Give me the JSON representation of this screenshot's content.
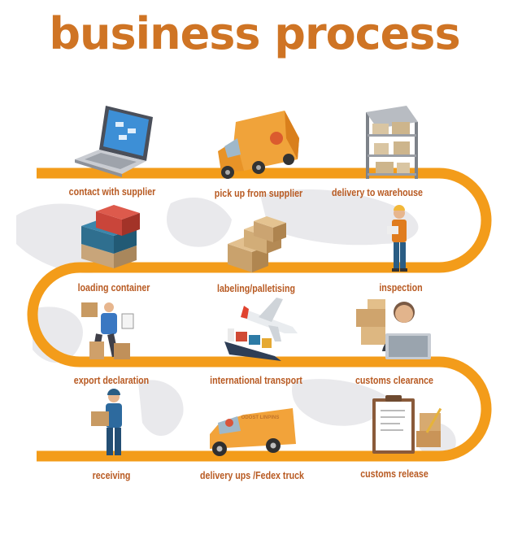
{
  "title": "business process",
  "colors": {
    "track": "#f39c1a",
    "title": "#cf7424",
    "label": "#b85a22"
  },
  "steps": [
    {
      "label": "contact with supplier",
      "icon": "laptop-icon"
    },
    {
      "label": "pick up from supplier",
      "icon": "delivery-van-icon"
    },
    {
      "label": "delivery to warehouse",
      "icon": "warehouse-shelf-icon"
    },
    {
      "label": "loading container",
      "icon": "shipping-container-icon"
    },
    {
      "label": "labeling/palletising",
      "icon": "cardboard-boxes-icon"
    },
    {
      "label": "inspection",
      "icon": "inspector-worker-icon"
    },
    {
      "label": "export declaration",
      "icon": "courier-worker-icon"
    },
    {
      "label": "international  transport",
      "icon": "airplane-cargo-ship-icon"
    },
    {
      "label": "customs clearance",
      "icon": "customs-officer-icon"
    },
    {
      "label": "receiving",
      "icon": "receiving-worker-icon"
    },
    {
      "label": "delivery ups /Fedex truck",
      "icon": "delivery-truck-icon"
    },
    {
      "label": "customs release",
      "icon": "clipboard-form-icon"
    }
  ],
  "van_text": "ODOST LINPINS"
}
